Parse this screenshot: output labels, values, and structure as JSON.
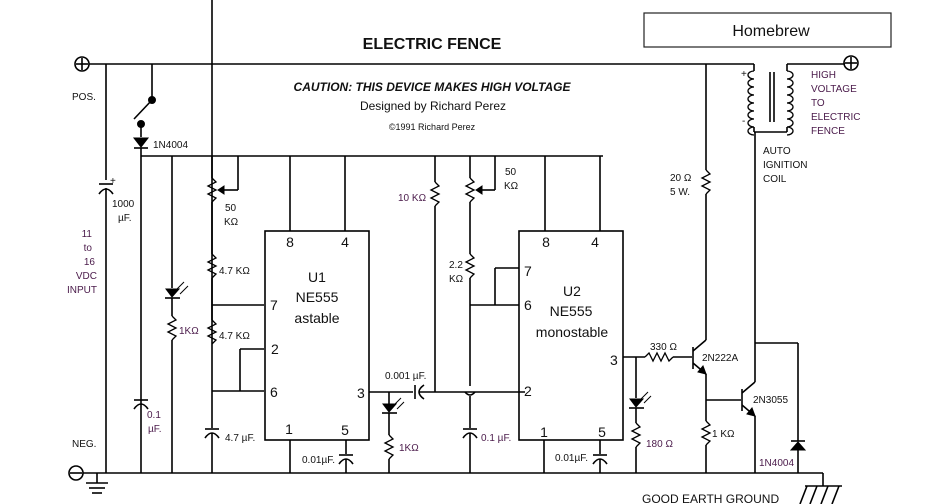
{
  "header": {
    "title": "ELECTRIC FENCE",
    "caution": "CAUTION: THIS DEVICE MAKES HIGH VOLTAGE",
    "designed_by": "Designed by Richard Perez",
    "copyright": "©1991 Richard Perez",
    "brand_box": "Homebrew"
  },
  "power": {
    "pos_label": "POS.",
    "neg_label": "NEG.",
    "input_label": [
      "11",
      "to",
      "16",
      "VDC",
      "INPUT"
    ],
    "input_cap": [
      "1000",
      "µF."
    ],
    "input_cap_polarity": "+",
    "diode": "1N4004"
  },
  "u1": {
    "name": "U1",
    "type": "NE555",
    "mode": "astable",
    "pins": {
      "p8": "8",
      "p4": "4",
      "p7": "7",
      "p2": "2",
      "p6": "6",
      "p3": "3",
      "p1": "1",
      "p5": "5"
    },
    "pot": [
      "50",
      "KΩ"
    ],
    "r1": "4.7 KΩ",
    "r2": "4.7 KΩ",
    "cap": "4.7 µF.",
    "cap5": "0.01µF.",
    "led_r": "1KΩ",
    "decoupling_cap": [
      "0.1",
      "µF."
    ]
  },
  "coupling": {
    "cap": "0.001 µF.",
    "led_r": "1KΩ",
    "r_pullup": "10 KΩ"
  },
  "u2": {
    "name": "U2",
    "type": "NE555",
    "mode": "monostable",
    "pins": {
      "p8": "8",
      "p4": "4",
      "p7": "7",
      "p6": "6",
      "p2": "2",
      "p3": "3",
      "p1": "1",
      "p5": "5"
    },
    "pot": [
      "50",
      "KΩ"
    ],
    "r": [
      "2.2",
      "KΩ"
    ],
    "cap": "0.1 µF.",
    "cap5": "0.01µF.",
    "led_r": "180 Ω"
  },
  "driver": {
    "base_r": "330 Ω",
    "q1": "2N222A",
    "q2": "2N3055",
    "emitter_r": "1 KΩ",
    "collector_r": [
      "20 Ω",
      "5 W."
    ],
    "flyback_diode": "1N4004"
  },
  "output": {
    "coil_label": [
      "AUTO",
      "IGNITION",
      "COIL"
    ],
    "hv_label": [
      "HIGH",
      "VOLTAGE",
      "TO",
      "ELECTRIC",
      "FENCE"
    ],
    "primary_plus": "+",
    "primary_minus": "-",
    "ground_label": "GOOD EARTH GROUND"
  }
}
